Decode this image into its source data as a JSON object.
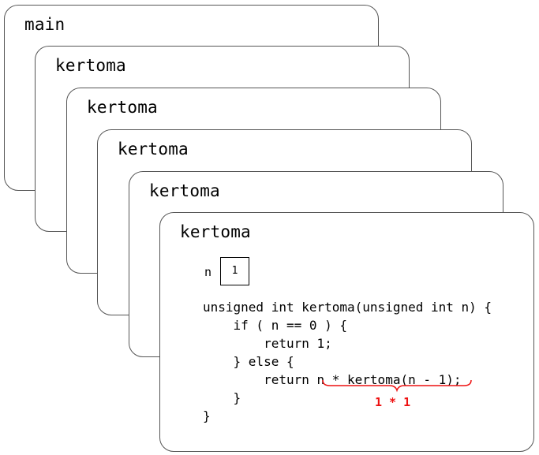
{
  "frames": [
    {
      "title": "main"
    },
    {
      "title": "kertoma"
    },
    {
      "title": "kertoma"
    },
    {
      "title": "kertoma"
    },
    {
      "title": "kertoma"
    },
    {
      "title": "kertoma"
    }
  ],
  "active_frame": {
    "variable_name": "n",
    "variable_value": "1",
    "code_lines": [
      "unsigned int kertoma(unsigned int n) {",
      "    if ( n == 0 ) {",
      "        return 1;",
      "    } else {",
      "        return n * kertoma(n - 1);",
      "    }",
      "}"
    ],
    "annotation": "1 * 1"
  },
  "colors": {
    "annotation": "#ee1111",
    "frame_border": "#555555"
  }
}
